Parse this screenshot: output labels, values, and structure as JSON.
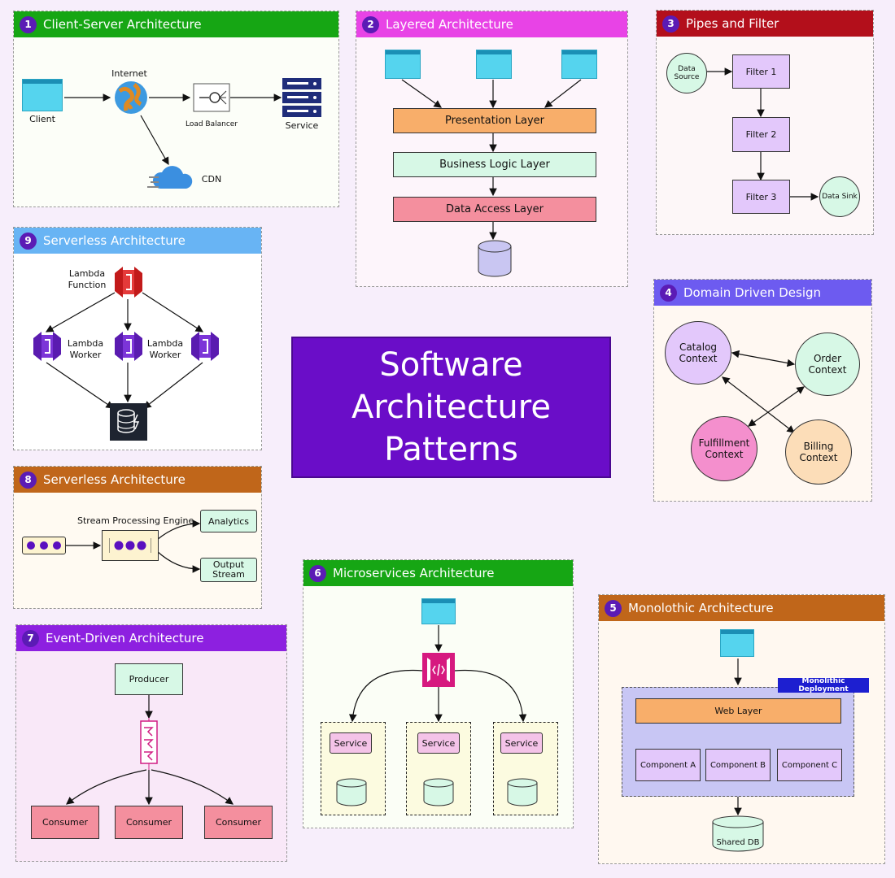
{
  "title": {
    "line1": "Software",
    "line2": "Architecture",
    "line3": "Patterns"
  },
  "panels": {
    "p1": {
      "num": "1",
      "title": "Client-Server Architecture",
      "color": "#16a614",
      "client": "Client",
      "internet": "Internet",
      "lb": "Load Balancer",
      "service": "Service",
      "cdn": "CDN"
    },
    "p2": {
      "num": "2",
      "title": "Layered Architecture",
      "color": "#e843e6",
      "presentation": "Presentation Layer",
      "business": "Business Logic Layer",
      "data": "Data Access Layer"
    },
    "p3": {
      "num": "3",
      "title": "Pipes and Filter",
      "color": "#b30f1b",
      "source": "Data Source",
      "f1": "Filter 1",
      "f2": "Filter 2",
      "f3": "Filter 3",
      "sink": "Data Sink"
    },
    "p4": {
      "num": "4",
      "title": "Domain Driven Design",
      "color": "#6d5bf0",
      "catalog": "Catalog Context",
      "order": "Order Context",
      "fulfillment": "Fulfillment Context",
      "billing": "Billing Context"
    },
    "p5": {
      "num": "5",
      "title": "Monolothic Architecture",
      "color": "#c0661a",
      "deploy": "Monolithic Deployment",
      "web": "Web Layer",
      "ca": "Component A",
      "cb": "Component B",
      "cc": "Component C",
      "shared": "Shared DB"
    },
    "p6": {
      "num": "6",
      "title": "Microservices Architecture",
      "color": "#16a614",
      "service": "Service"
    },
    "p7": {
      "num": "7",
      "title": "Event-Driven Architecture",
      "color": "#8d20e0",
      "producer": "Producer",
      "consumer": "Consumer"
    },
    "p8": {
      "num": "8",
      "title": "Serverless Architecture",
      "color": "#c0661a",
      "engine": "Stream Processing Engine",
      "analytics": "Analytics",
      "output": "Output Stream"
    },
    "p9": {
      "num": "9",
      "title": "Serverless Architecture",
      "color": "#68b4f4",
      "lambda": "Lambda Function",
      "worker": "Lambda Worker"
    }
  }
}
